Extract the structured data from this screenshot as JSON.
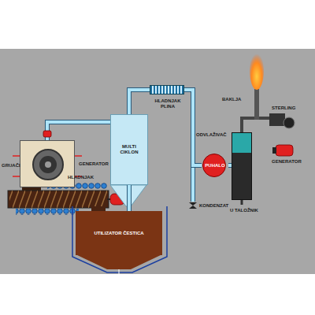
{
  "diagram": {
    "nodes": [
      {
        "text": [
          "GENERATOR"
        ]
      },
      {
        "text": [
          "MULTI CIKLON"
        ]
      },
      {
        "text": [
          "HLADNJAK PLINA"
        ]
      },
      {
        "text": [
          "PUHALO"
        ]
      },
      {
        "text": [
          "ODVLAŽIVAČ"
        ]
      },
      {
        "text": [
          "UTILIZATOR ČESTICA"
        ]
      }
    ],
    "edges": [
      {
        "from": 0,
        "to": 1,
        "arrow": "none"
      },
      {
        "from": 1,
        "to": 2,
        "arrow": "none"
      },
      {
        "from": 2,
        "to": 3,
        "arrow": "none"
      },
      {
        "from": 3,
        "to": 4,
        "arrow": "none"
      },
      {
        "from": 1,
        "to": 5,
        "arrow": "none"
      }
    ],
    "labels": [
      "GRUAČI",
      "HLADNJAK",
      "KONDENZAT",
      "U TALOŽNIK",
      "BAKLJA",
      "STERLING",
      "GENERATOR"
    ]
  }
}
